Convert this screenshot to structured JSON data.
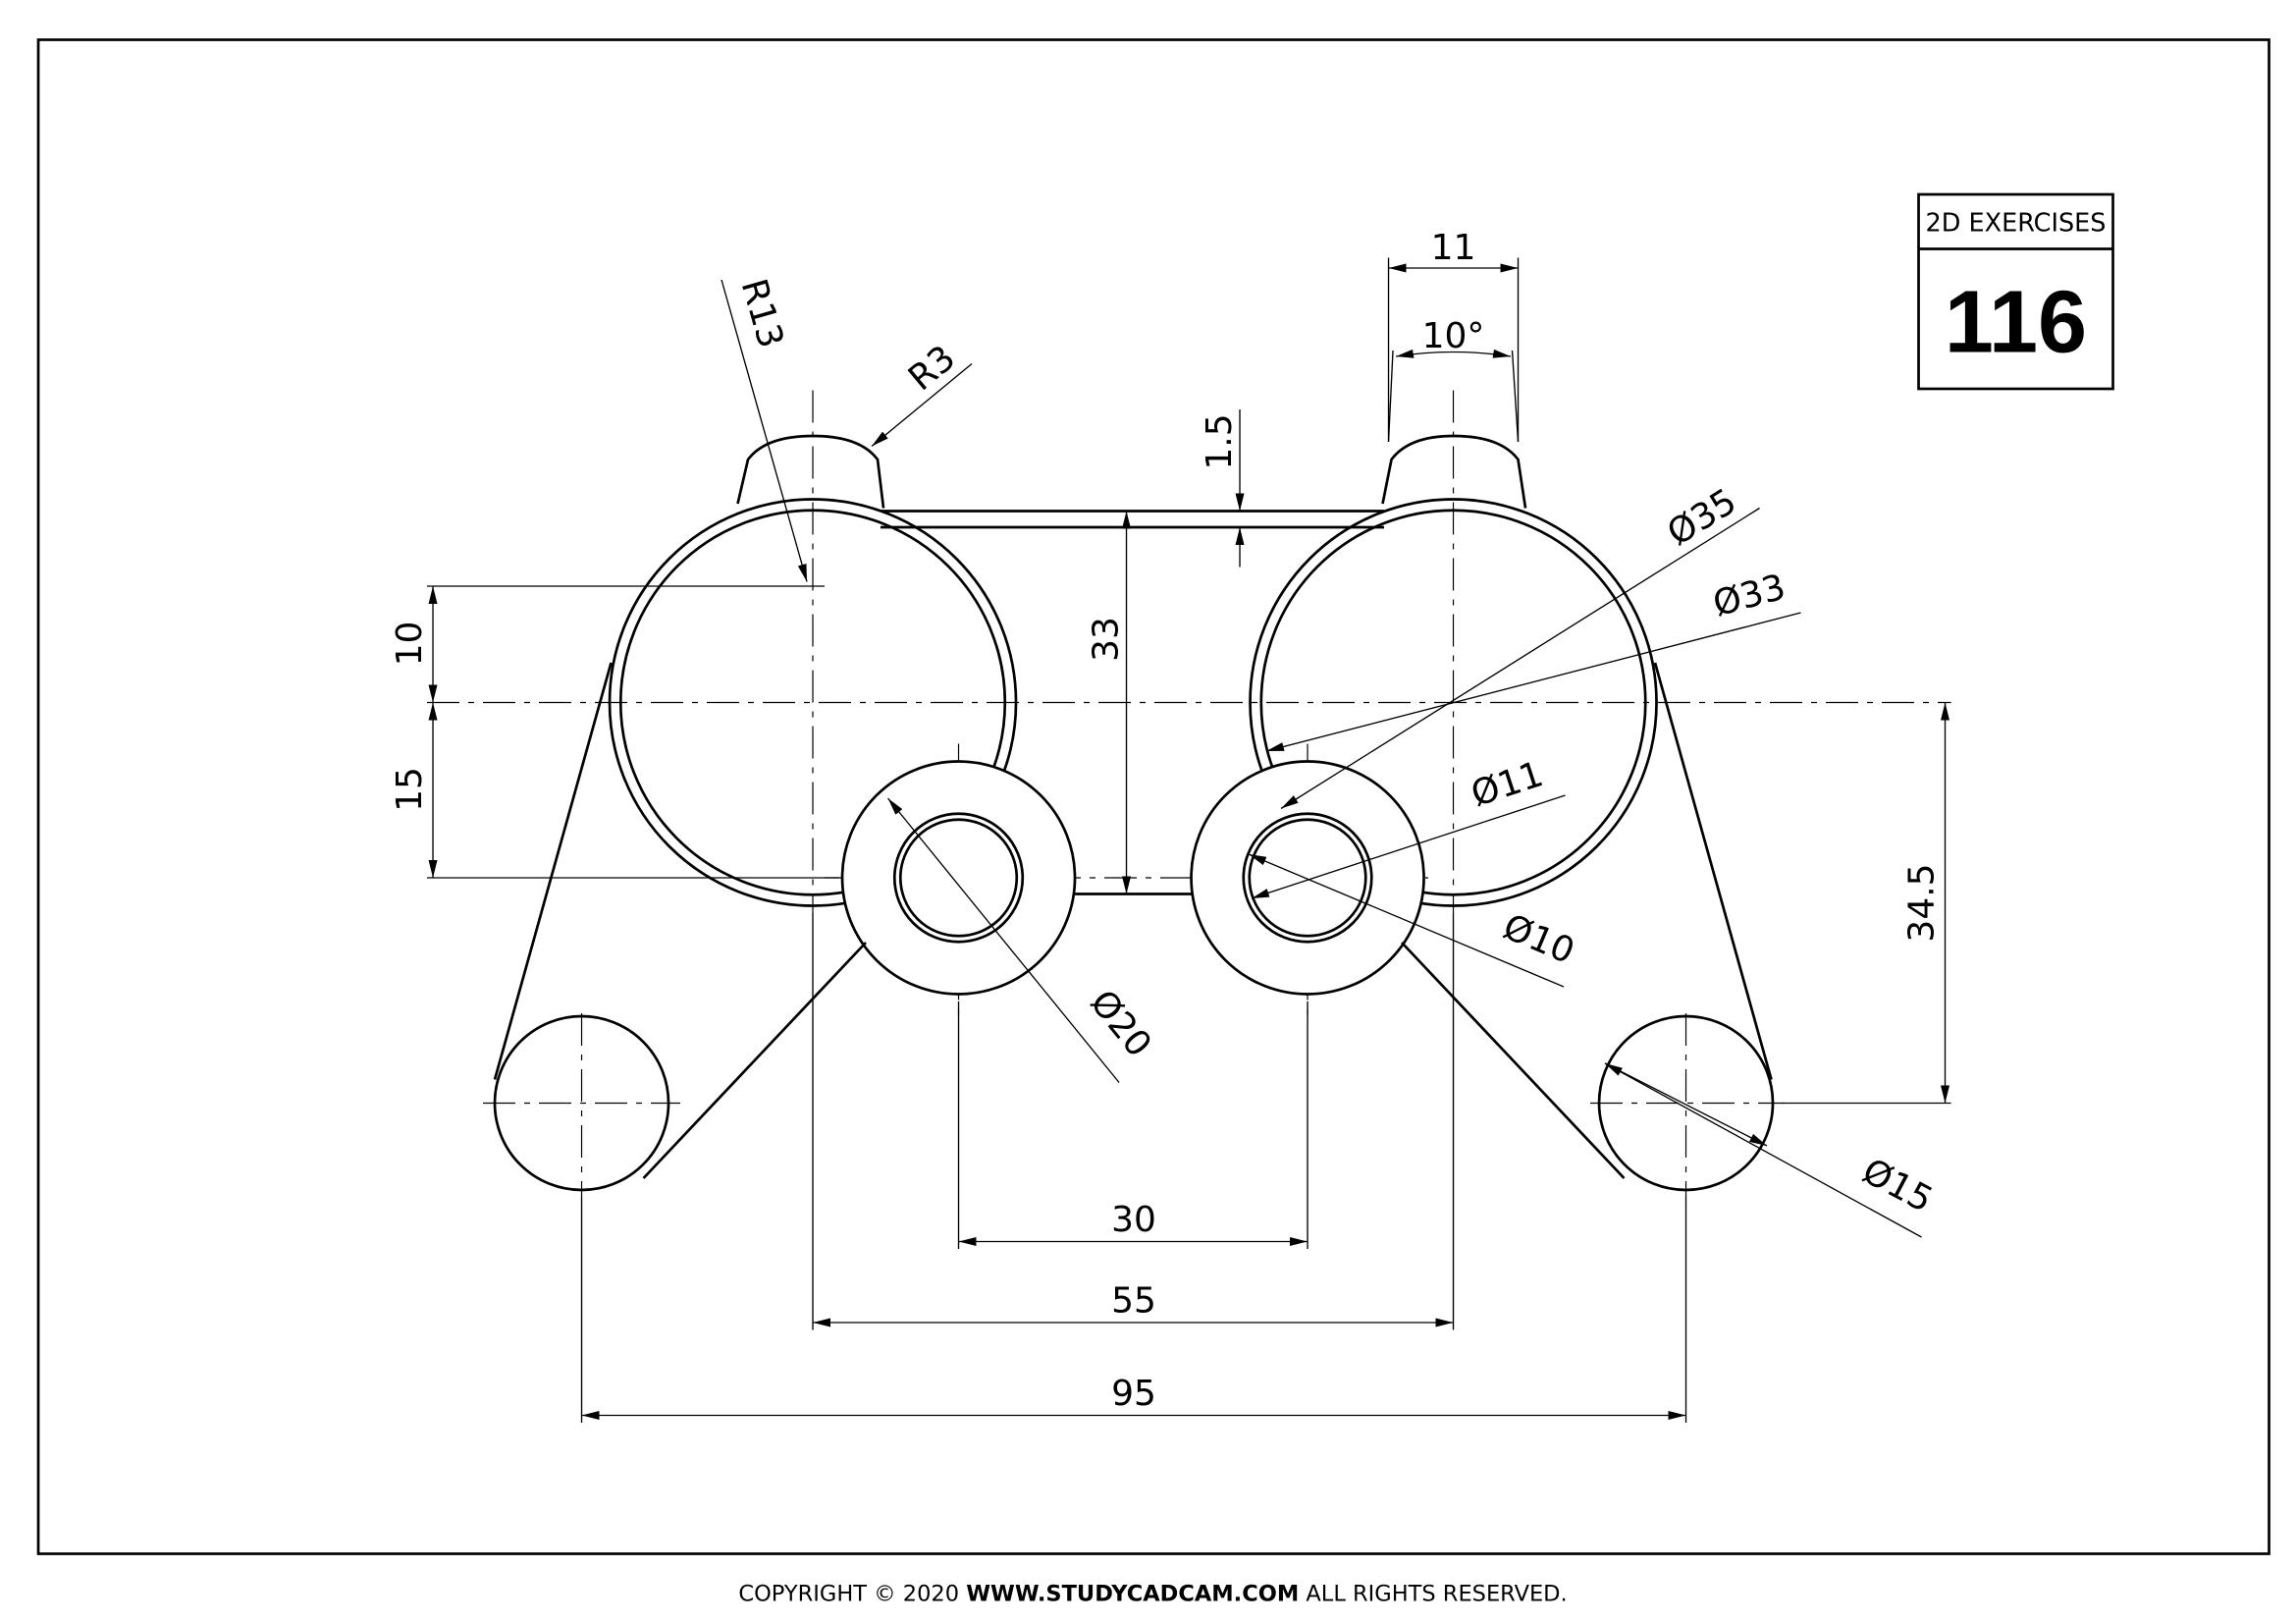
{
  "title_block": {
    "label": "2D EXERCISES",
    "number": "116"
  },
  "footer": {
    "prefix": "COPYRIGHT © 2020 ",
    "site": "WWW.STUDYCADCAM.COM",
    "suffix": " ALL RIGHTS RESERVED."
  },
  "dimensions": {
    "d11": "11",
    "d10deg": "10°",
    "d1_5": "1.5",
    "r13": "R13",
    "r3": "R3",
    "d33v": "33",
    "phi35": "Ø35",
    "phi33": "Ø33",
    "phi11": "Ø11",
    "phi10": "Ø10",
    "phi20": "Ø20",
    "phi15": "Ø15",
    "d10": "10",
    "d15": "15",
    "d34_5": "34.5",
    "d30": "30",
    "d55": "55",
    "d95": "95"
  }
}
